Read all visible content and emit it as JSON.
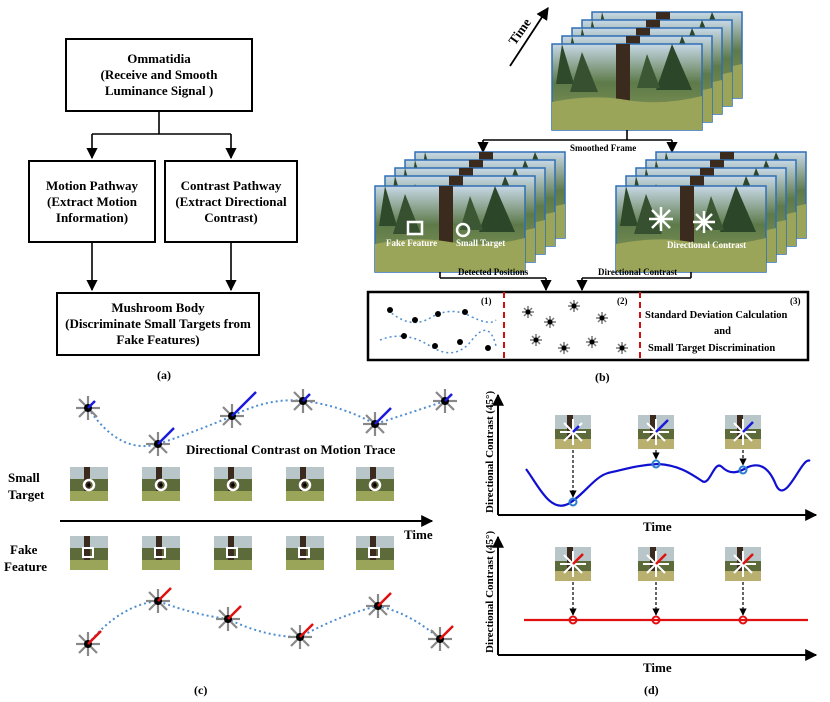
{
  "panel_a": {
    "ommatidia": {
      "title": "Ommatidia",
      "sub": "(Receive and Smooth Luminance Signal )"
    },
    "motion": {
      "title": "Motion Pathway",
      "sub": "(Extract Motion Information)"
    },
    "contrast": {
      "title": "Contrast Pathway",
      "sub": "(Extract Directional Contrast)"
    },
    "mushroom": {
      "title": "Mushroom Body",
      "sub": "(Discriminate Small Targets from Fake Features)"
    },
    "caption": "(a)"
  },
  "panel_b": {
    "time_label": "Time",
    "smoothed_frame": "Smoothed Frame",
    "fake_feature": "Fake Feature",
    "small_target": "Small Target",
    "directional_contrast": "Directional Contrast",
    "detected_positions": "Detected Positions",
    "directional_contrast_arrow": "Directional Contrast",
    "step1": "(1)",
    "step2": "(2)",
    "step3": "(3)",
    "std_line1": "Standard Deviation Calculation",
    "std_line2": "and",
    "std_line3": "Small Target Discrimination",
    "caption": "(b)"
  },
  "panel_c": {
    "trace_title": "Directional Contrast on Motion Trace",
    "small_target_label_1": "Small",
    "small_target_label_2": "Target",
    "fake_feature_label_1": "Fake",
    "fake_feature_label_2": "Feature",
    "time_label": "Time",
    "caption": "(c)",
    "colors": {
      "small_target_arrow": "#1a1adc",
      "fake_feature_arrow": "#e01010",
      "trace": "#4f8fd0"
    }
  },
  "panel_d": {
    "ylabel": "Directional Contrast (45°)",
    "xlabel_top": "Time",
    "xlabel_bottom": "Time",
    "caption": "(d)",
    "colors": {
      "top_curve": "#1010d0",
      "bottom_line": "#e01010"
    }
  }
}
